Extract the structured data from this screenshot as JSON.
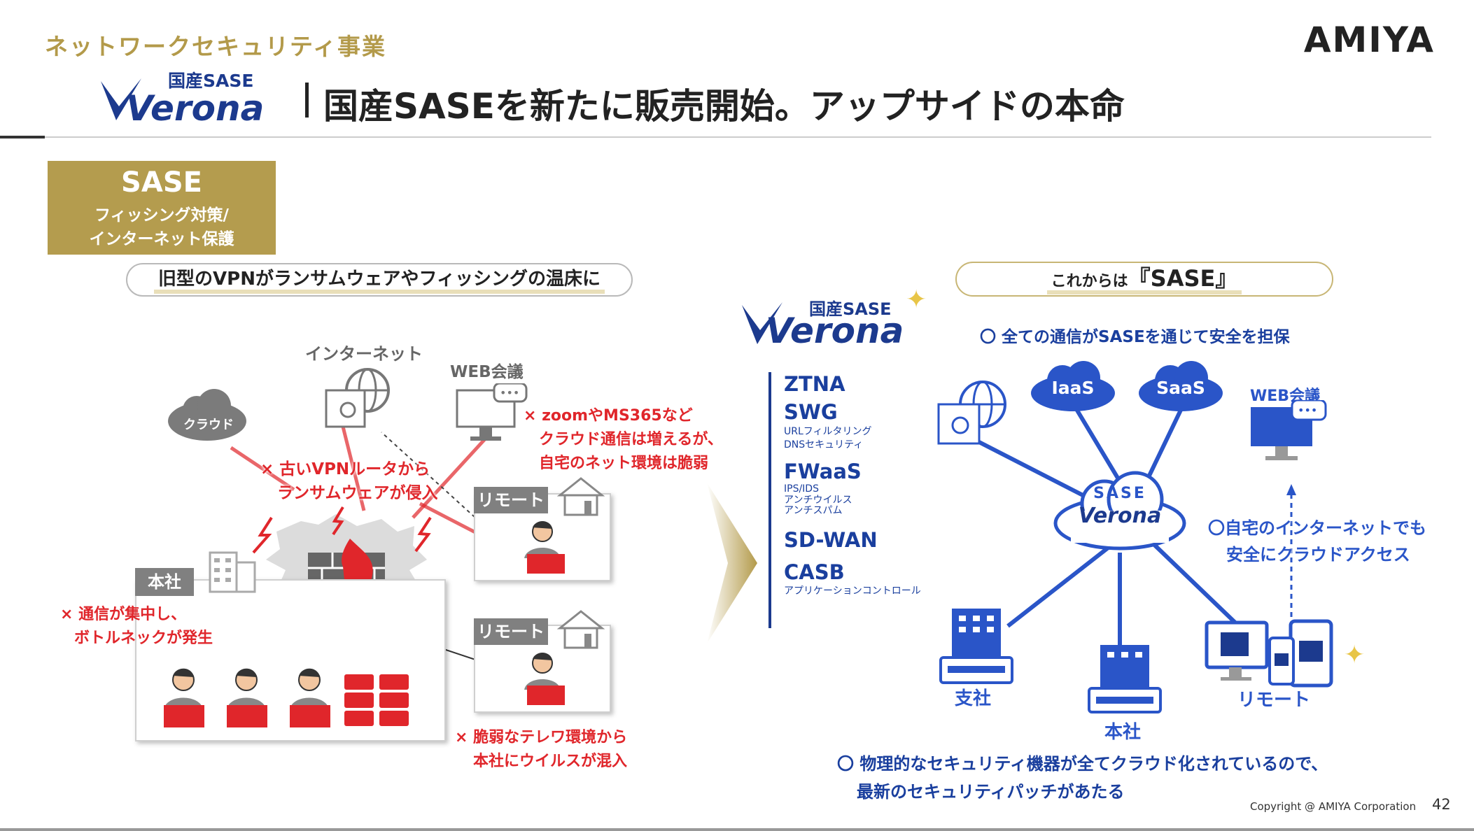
{
  "header": {
    "category": "ネットワークセキュリティ事業",
    "company": "AMIYA",
    "product_small": "国産SASE",
    "product_name": "Verona",
    "title": "国産SASEを新たに販売開始。アップサイドの本命"
  },
  "badge": {
    "title": "SASE",
    "sub1": "フィッシング対策/",
    "sub2": "インターネット保護"
  },
  "left": {
    "pill": "旧型のVPNがランサムウェアやフィッシングの温床に",
    "internet": "インターネット",
    "web_meeting": "WEB会議",
    "cloud": "クラウド",
    "note_zoom1": "× zoomやMS365など",
    "note_zoom2": "クラウド通信は増えるが、",
    "note_zoom3": "自宅のネット環境は脆弱",
    "note_vpn1": "× 古いVPNルータから",
    "note_vpn2": "ランサムウェアが侵入",
    "remote1": "リモート",
    "remote2": "リモート",
    "hq": "本社",
    "note_bottle1": "× 通信が集中し、",
    "note_bottle2": "ボトルネックが発生",
    "note_tele1": "× 脆弱なテレワ環境から",
    "note_tele2": "本社にウイルスが混入"
  },
  "right": {
    "pill_prefix": "これからは",
    "pill_main": "『SASE』",
    "product_small": "国産SASE",
    "product_name": "Verona",
    "headline": "〇 全ての通信がSASEを通じて安全を担保",
    "features": [
      {
        "name": "ZTNA",
        "subs": []
      },
      {
        "name": "SWG",
        "subs": [
          "URLフィルタリング",
          "DNSセキュリティ"
        ]
      },
      {
        "name": "FWaaS",
        "subs": [
          "IPS/IDS",
          "アンチウイルス",
          "アンチスパム"
        ]
      },
      {
        "name": "SD-WAN",
        "subs": []
      },
      {
        "name": "CASB",
        "subs": [
          "アプリケーションコントロール"
        ]
      }
    ],
    "iaas": "IaaS",
    "saas": "SaaS",
    "web_meeting": "WEB会議",
    "sase_label": "SASE",
    "sase_brand": "Verona",
    "home_note1": "〇自宅のインターネットでも",
    "home_note2": "安全にクラウドアクセス",
    "branch": "支社",
    "hq": "本社",
    "remote": "リモート",
    "bottom1": "〇 物理的なセキュリティ機器が全てクラウド化されているので、",
    "bottom2": "最新のセキュリティパッチがあたる"
  },
  "footer": {
    "copyright": "Copyright @ AMIYA Corporation",
    "page": "42"
  },
  "colors": {
    "gold": "#b39a4a",
    "red": "#e0262b",
    "blue": "#1f4db5"
  }
}
